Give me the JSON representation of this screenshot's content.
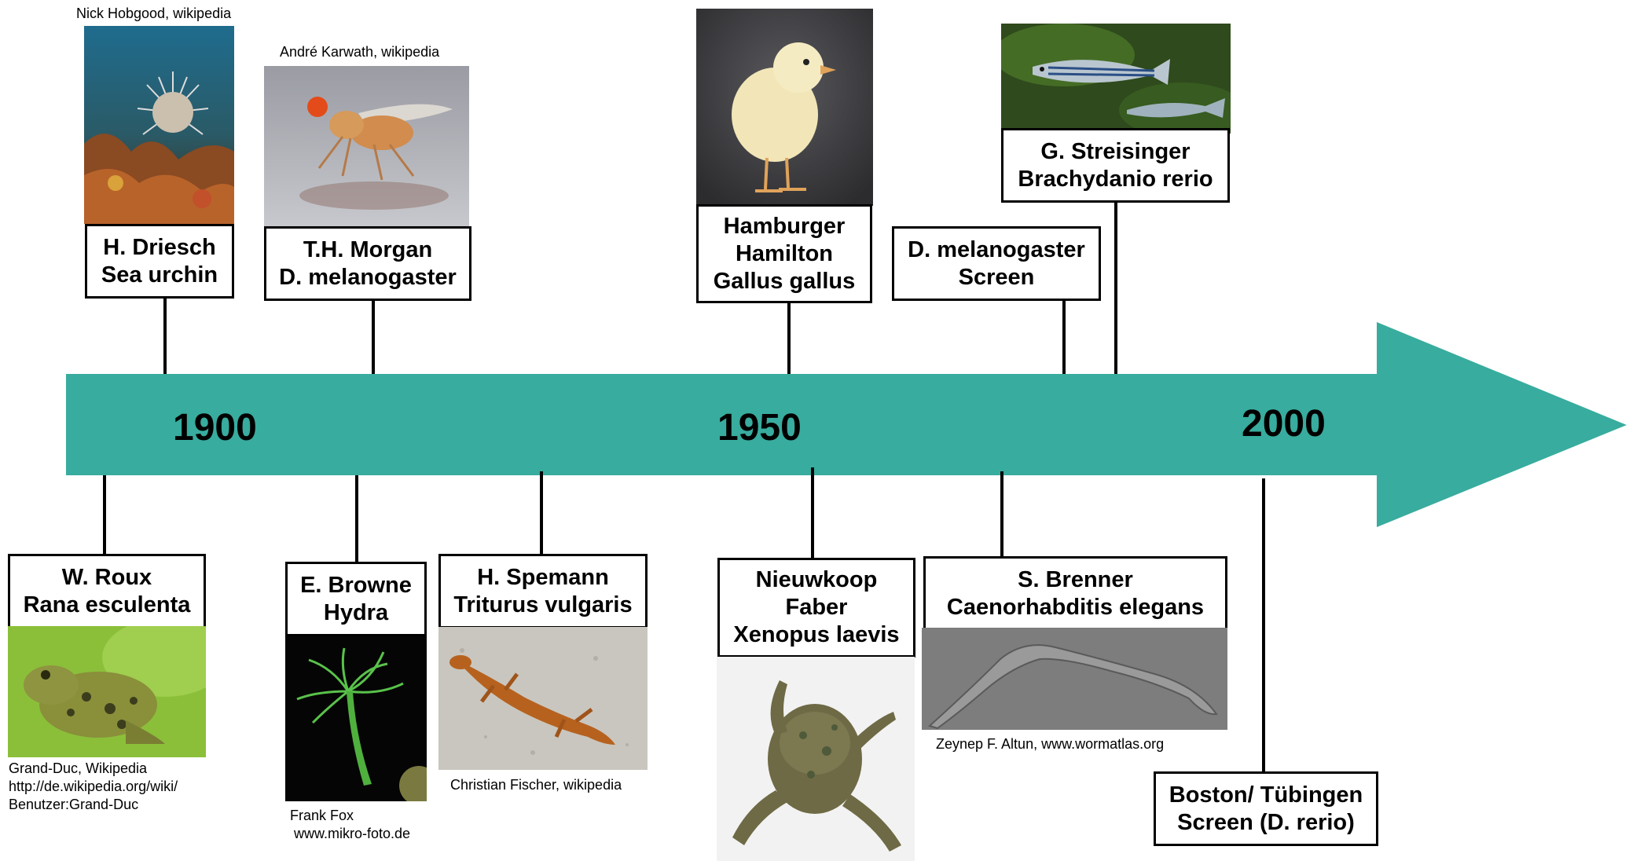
{
  "timeline": {
    "color": "#38ac9e",
    "years": {
      "y1900": "1900",
      "y1950": "1950",
      "y2000": "2000"
    }
  },
  "entries": {
    "driesch": {
      "line1": "H. Driesch",
      "line2": "Sea urchin",
      "credit": "Nick Hobgood, wikipedia",
      "photo": "sea-urchin"
    },
    "morgan": {
      "line1": "T.H. Morgan",
      "line2": "D. melanogaster",
      "credit": "André Karwath, wikipedia",
      "photo": "fruit-fly"
    },
    "hamburger": {
      "line1": "Hamburger",
      "line2": "Hamilton",
      "line3": "Gallus gallus",
      "photo": "chick"
    },
    "dmel_screen": {
      "line1": "D. melanogaster",
      "line2": "Screen"
    },
    "streisinger": {
      "line1": "G. Streisinger",
      "line2": "Brachydanio rerio",
      "photo": "zebrafish"
    },
    "roux": {
      "line1": "W. Roux",
      "line2": "Rana esculenta",
      "photo": "frog",
      "credit_lines": [
        "Grand-Duc, Wikipedia",
        "http://de.wikipedia.org/wiki/",
        "Benutzer:Grand-Duc"
      ]
    },
    "browne": {
      "line1": "E. Browne",
      "line2": "Hydra",
      "photo": "hydra",
      "credit_lines": [
        "Frank Fox",
        " www.mikro-foto.de"
      ]
    },
    "spemann": {
      "line1": "H. Spemann",
      "line2": "Triturus vulgaris",
      "credit": "Christian Fischer, wikipedia",
      "photo": "newt"
    },
    "nieuwkoop": {
      "line1": "Nieuwkoop",
      "line2": "Faber",
      "line3": "Xenopus laevis",
      "photo": "xenopus"
    },
    "brenner": {
      "line1": "S. Brenner",
      "line2": "Caenorhabditis elegans",
      "credit": "Zeynep F. Altun, www.wormatlas.org",
      "photo": "c-elegans"
    },
    "boston": {
      "line1": "Boston/ Tübingen",
      "line2": "Screen (D. rerio)"
    }
  }
}
